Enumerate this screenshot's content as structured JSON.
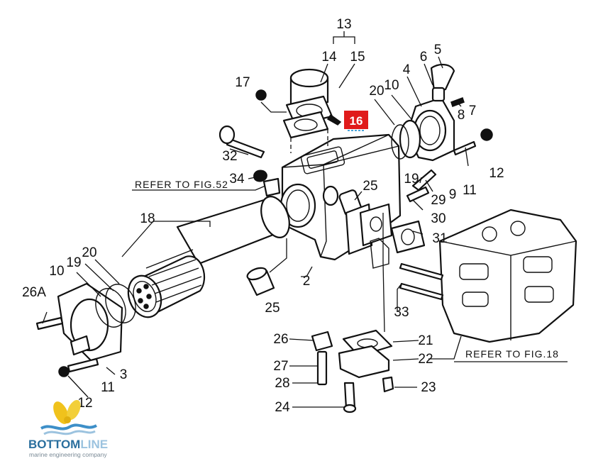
{
  "part_numbers": {
    "p2": "2",
    "p3": "3",
    "p4": "4",
    "p5": "5",
    "p6": "6",
    "p7": "7",
    "p8": "8",
    "p9": "9",
    "p10a": "10",
    "p10b": "10",
    "p11a": "11",
    "p11b": "11",
    "p12a": "12",
    "p12b": "12",
    "p13": "13",
    "p14": "14",
    "p15": "15",
    "p16": "16",
    "p17": "17",
    "p18": "18",
    "p19a": "19",
    "p19b": "19",
    "p20a": "20",
    "p20b": "20",
    "p21": "21",
    "p22": "22",
    "p23": "23",
    "p24": "24",
    "p25a": "25",
    "p25b": "25",
    "p26": "26",
    "p26a": "26A",
    "p27": "27",
    "p28": "28",
    "p29": "29",
    "p30": "30",
    "p31": "31",
    "p32": "32",
    "p33": "33",
    "p34": "34"
  },
  "references": {
    "fig52": "REFER TO FIG.52",
    "fig18": "REFER TO FIG.18"
  },
  "highlight": {
    "part": "16",
    "color": "#e01b1b"
  },
  "logo": {
    "brand": "BOTTOMLINE",
    "brand_part1": "BOTTOM",
    "brand_part2": "LINE",
    "tagline": "marine engineering company",
    "colors": {
      "primary": "#2a6f9e",
      "secondary": "#9cc3df",
      "propeller": "#f0c21c",
      "waves": "#3d8fc8"
    }
  }
}
